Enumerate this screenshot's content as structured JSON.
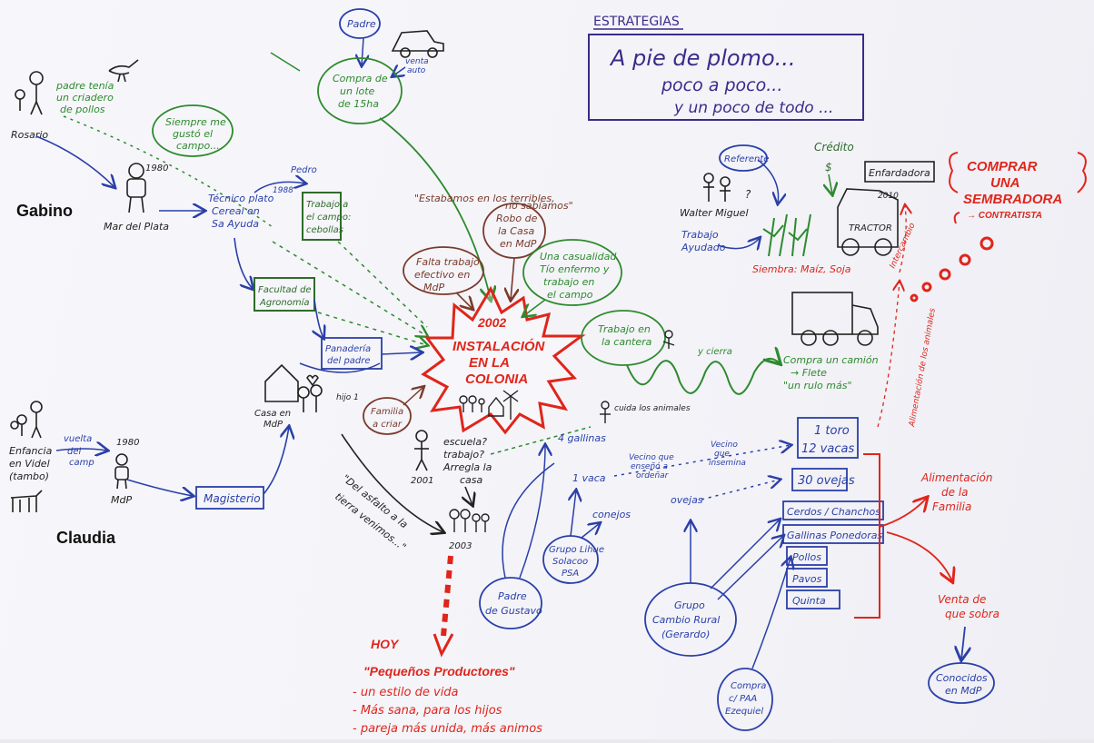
{
  "colors": {
    "blue": "#2a3fa8",
    "green": "#2e8a2e",
    "red": "#e0251b",
    "brown": "#7a3a2a",
    "black": "#222222",
    "purple": "#3b2a8a",
    "darkgreen": "#2f6b2a"
  },
  "strategies": {
    "heading": "ESTRATEGIAS",
    "line1": "A pie de plomo...",
    "line2": "poco a poco...",
    "line3": "y un poco de todo ..."
  },
  "people": {
    "gabino": "Gabino",
    "claudia": "Claudia"
  },
  "gabino_path": {
    "rosario": "Rosario",
    "father_note_1": "padre tenía",
    "father_note_2": "un criadero",
    "father_note_3": "de pollos",
    "year_1980": "1980",
    "mdp": "Mar del Plata",
    "liked_1": "Siempre me",
    "liked_2": "gustó el",
    "liked_3": "campo...",
    "tech_1": "Técnico plato",
    "tech_2": "Cereal en",
    "tech_3": "Sa Ayuda",
    "pedro": "Pedro",
    "year_1988": "1988",
    "work_1": "Trabajo a",
    "work_2": "el campo:",
    "work_3": "cebollas",
    "faculty_1": "Facultad de",
    "faculty_2": "Agronomía",
    "padre": "Padre",
    "venta_auto_1": "venta",
    "venta_auto_2": "auto",
    "lot_1": "Compra de",
    "lot_2": "un lote",
    "lot_3": "de 15ha"
  },
  "claudia_path": {
    "childhood_1": "Enfancia",
    "childhood_2": "en Videl",
    "childhood_3": "(tambo)",
    "year_1980": "1980",
    "mdp": "MdP",
    "vuelta_1": "vuelta",
    "vuelta_2": "del",
    "vuelta_3": "camp",
    "teaching": "Magisterio"
  },
  "center": {
    "year": "2002",
    "line1": "INSTALACIÓN",
    "line2": "EN LA",
    "line3": "COLONIA",
    "bakery_1": "Panadería",
    "bakery_2": "del padre",
    "house_1": "Casa en",
    "house_2": "MdP",
    "hijo": "hijo 1",
    "family_1": "Familia",
    "family_2": "a criar",
    "quote_1": "\"Estabamos en los terribles,",
    "quote_2": "no sabíamos\"",
    "robbery_1": "Robo de",
    "robbery_2": "la Casa",
    "robbery_3": "en MdP",
    "nowork_1": "Falta trabajo",
    "nowork_2": "efectivo en",
    "nowork_3": "MdP",
    "chance_1": "Una casualidad",
    "chance_2": "Tío enfermo y",
    "chance_3": "trabajo en",
    "chance_4": "el campo",
    "school_1": "escuela?",
    "school_2": "trabajo?",
    "school_3": "Arregla la",
    "school_4": "casa",
    "year_2001": "2001",
    "year_2003": "2003",
    "asphalt_1": "\"Del asfalto a la",
    "asphalt_2": "tierra venimos...\""
  },
  "right_side": {
    "quarry_1": "Trabajo en",
    "quarry_2": "la cantera",
    "fence": "y cierra",
    "truck_1": "Compra un camión",
    "truck_2": "→ Flete",
    "truck_3": "\"un rulo más\"",
    "referent": "Referente",
    "names": "Walter Miguel",
    "work_together_1": "Trabajo",
    "work_together_2": "Ayudado",
    "sowing": "Siembra: Maíz, Soja",
    "credit": "Crédito",
    "dollar": "$",
    "baler": "Enfardadora",
    "year_2010": "2010",
    "tractor": "TRACTOR",
    "exchange": "Intercambio",
    "buy_1": "COMPRAR",
    "buy_2": "UNA",
    "buy_3": "SEMBRADORA",
    "buy_4": "→ CONTRATISTA",
    "feed_arrow": "Alimentación de los animales"
  },
  "animals": {
    "hens": "4 gallinas",
    "cow": "1 vaca",
    "rabbits": "conejos",
    "sheep_label": "ovejas",
    "care": "cuida los animales",
    "neighbor_1": "Vecino que",
    "neighbor_2": "enseñó a",
    "neighbor_3": "ordeñar",
    "neighbor_4": "Vecino",
    "neighbor_5": "que",
    "neighbor_6": "insemina",
    "bull": "1 toro",
    "cows": "12 vacas",
    "sheep": "30 ovejas",
    "pigs": "Cerdos / Chanchos",
    "laying_hens": "Gallinas Ponedoras",
    "chickens": "Pollos",
    "turkeys": "Pavos",
    "quail": "Quinta",
    "family_food_1": "Alimentación",
    "family_food_2": "de la",
    "family_food_3": "Familia",
    "sale_1": "Venta de",
    "sale_2": "que sobra",
    "known_1": "Conocidos",
    "known_2": "en MdP"
  },
  "groups": {
    "lihue_1": "Grupo Lihue",
    "lihue_2": "Solacoo",
    "lihue_3": "PSA",
    "father_1": "Padre",
    "father_2": "de Gustavo",
    "rural_1": "Grupo",
    "rural_2": "Cambio Rural",
    "rural_3": "(Gerardo)",
    "paa_1": "Compra",
    "paa_2": "c/ PAA",
    "paa_3": "Ezequiel"
  },
  "today": {
    "title": "HOY",
    "subtitle": "\"Pequeños Productores\"",
    "item1": "- un estilo de vida",
    "item2": "- Más sana, para los hijos",
    "item3": "- pareja más unida, más animos"
  }
}
